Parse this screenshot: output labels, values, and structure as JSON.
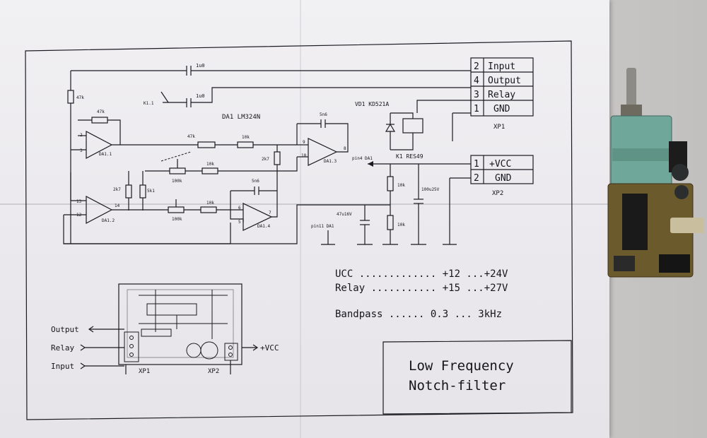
{
  "schematic": {
    "ic": "DA1 LM324N",
    "opamps": [
      "DA1.1",
      "DA1.2",
      "DA1.3",
      "DA1.4"
    ],
    "caps": [
      "1u0",
      "1u0",
      "5n6",
      "5n6",
      "100u25V",
      "47u16V"
    ],
    "resistors": [
      "47k",
      "47k",
      "47k",
      "10k",
      "2k7",
      "10k",
      "2k7",
      "5k1",
      "10k",
      "10k",
      "10k"
    ],
    "pots": [
      "100k",
      "100k"
    ],
    "switch": "K1.1",
    "relay": "K1 RES49",
    "diode": "VD1 KD521A",
    "pin4": "pin4 DA1",
    "pin11": "pin11 DA1"
  },
  "xp1": {
    "label": "XP1",
    "pins": [
      {
        "num": "2",
        "name": "Input"
      },
      {
        "num": "4",
        "name": "Output"
      },
      {
        "num": "3",
        "name": "Relay"
      },
      {
        "num": "1",
        "name": "GND"
      }
    ]
  },
  "xp2": {
    "label": "XP2",
    "pins": [
      {
        "num": "1",
        "name": "+VCC"
      },
      {
        "num": "2",
        "name": "GND"
      }
    ]
  },
  "specs": [
    "UCC ............. +12 ...+24V",
    "Relay ........... +15 ...+27V",
    "Bandpass ...... 0.3 ... 3kHz"
  ],
  "title": {
    "line1": "Low Frequency",
    "line2": "Notch-filter"
  },
  "pcb": {
    "labels": [
      "Output",
      "Relay",
      "Input",
      "+VCC"
    ],
    "xp1": "XP1",
    "xp2": "XP2"
  }
}
